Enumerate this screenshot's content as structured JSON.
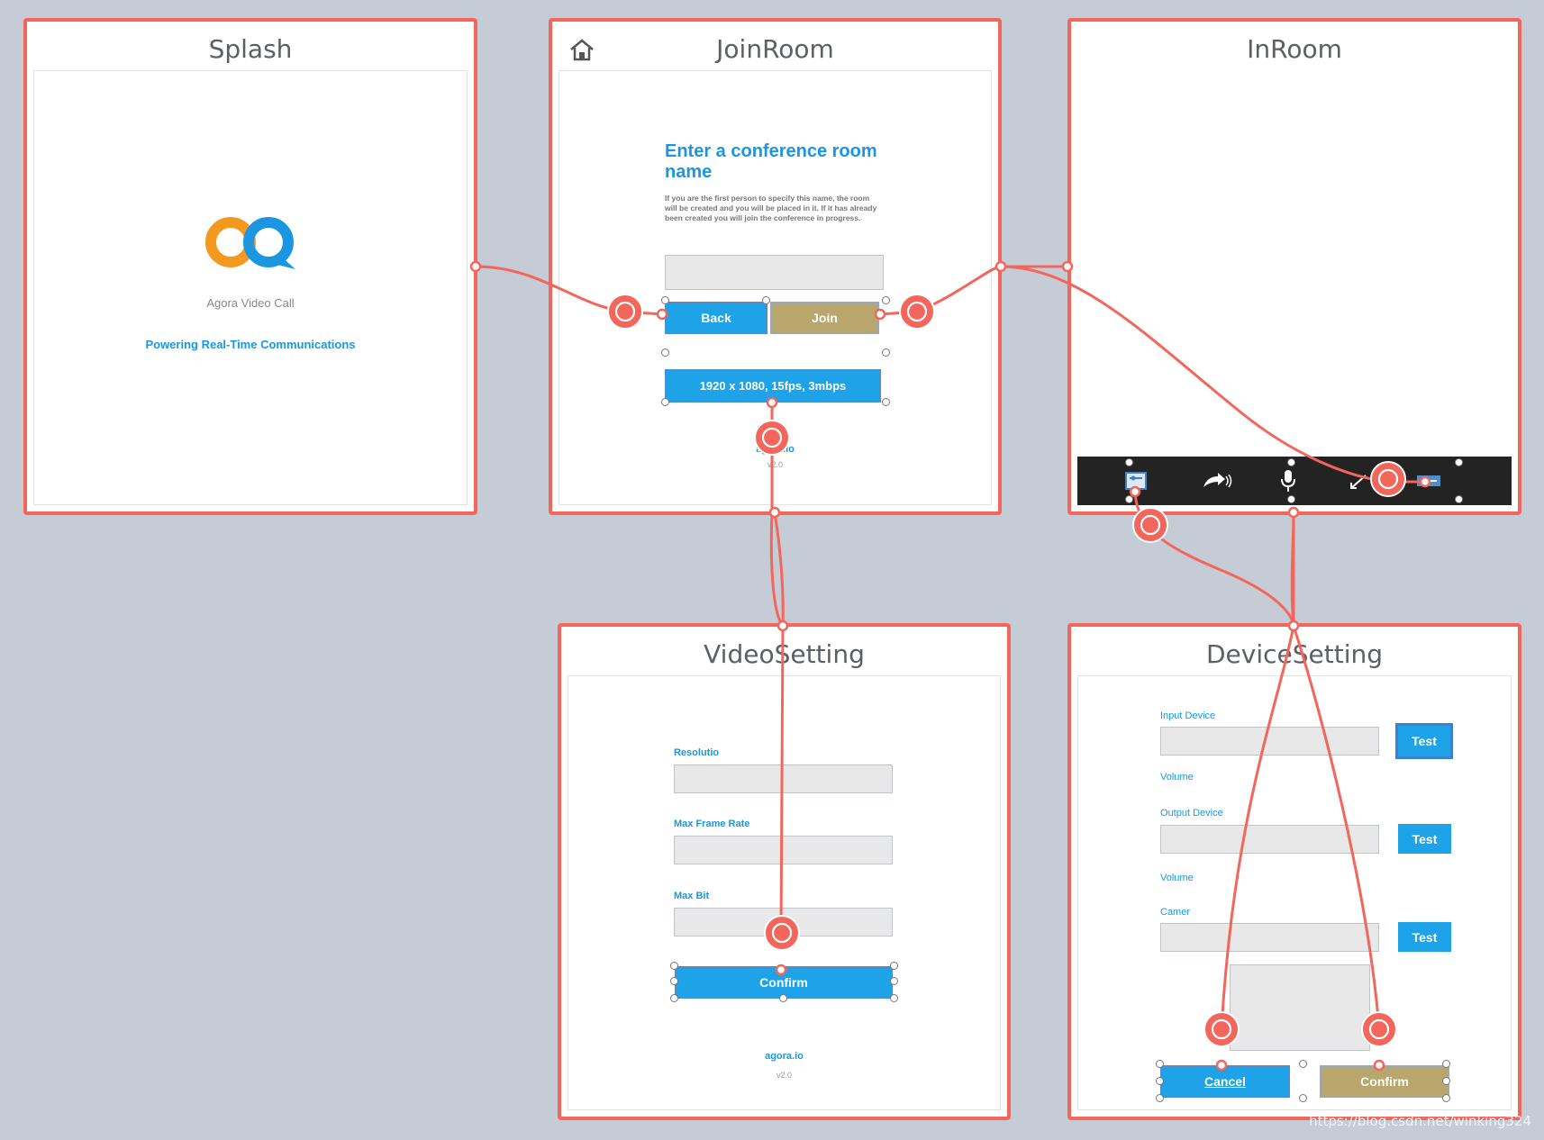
{
  "splash": {
    "title": "Splash",
    "app_name": "Agora Video Call",
    "tagline": "Powering Real-Time Communications"
  },
  "joinroom": {
    "title": "JoinRoom",
    "heading": "Enter a conference room name",
    "description": "If you are the first person to specify this name, the room will be created and you will be placed in it. If it has already been created you will join the conference in progress.",
    "back_label": "Back",
    "join_label": "Join",
    "video_setting_label": "1920 x 1080, 15fps, 3mbps",
    "footer_link": "agora.io",
    "version": "v2.0"
  },
  "inroom": {
    "title": "InRoom",
    "toolbar_icons": [
      "settings-icon",
      "share-screen-icon",
      "microphone-icon",
      "fullscreen-icon",
      "hangup-icon"
    ]
  },
  "videosetting": {
    "title": "VideoSetting",
    "resolution_label": "Resolutio",
    "frame_rate_label": "Max Frame Rate",
    "bitrate_label": "Max Bit",
    "confirm_label": "Confirm",
    "footer_link": "agora.io",
    "version": "v2.0"
  },
  "devicesetting": {
    "title": "DeviceSetting",
    "input_device_label": "Input Device",
    "input_volume_label": "Volume",
    "output_device_label": "Output Device",
    "output_volume_label": "Volume",
    "camera_label": "Camer",
    "test_label": "Test",
    "cancel_label": "Cancel",
    "confirm_label": "Confirm"
  },
  "watermark": "https://blog.csdn.net/winking324",
  "colors": {
    "link": "#f2665c",
    "accent_blue": "#1ea3e8",
    "gold": "#b8a66c",
    "canvas": "#c6ccd5"
  }
}
